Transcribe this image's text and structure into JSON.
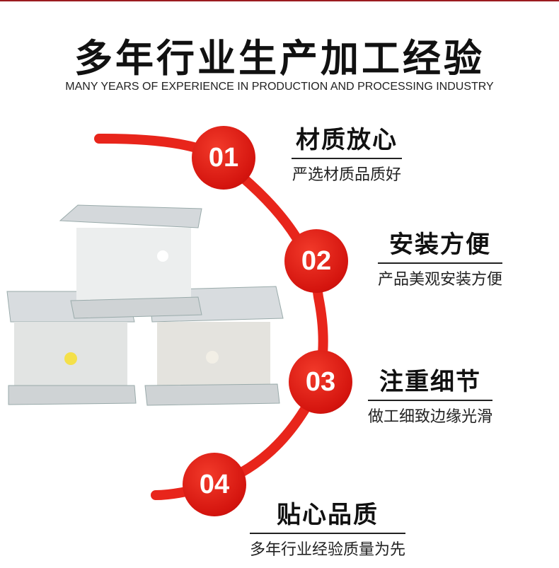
{
  "header": {
    "title": "多年行业生产加工经验",
    "subtitle": "MANY YEARS OF EXPERIENCE IN PRODUCTION AND PROCESSING INDUSTRY"
  },
  "features": [
    {
      "number": "01",
      "title": "材质放心",
      "desc": "严选材质品质好"
    },
    {
      "number": "02",
      "title": "安装方便",
      "desc": "产品美观安装方便"
    },
    {
      "number": "03",
      "title": "注重细节",
      "desc": "做工细致边缘光滑"
    },
    {
      "number": "04",
      "title": "贴心品质",
      "desc": "多年行业经验质量为先"
    }
  ],
  "colors": {
    "accent": "#e0201a"
  }
}
